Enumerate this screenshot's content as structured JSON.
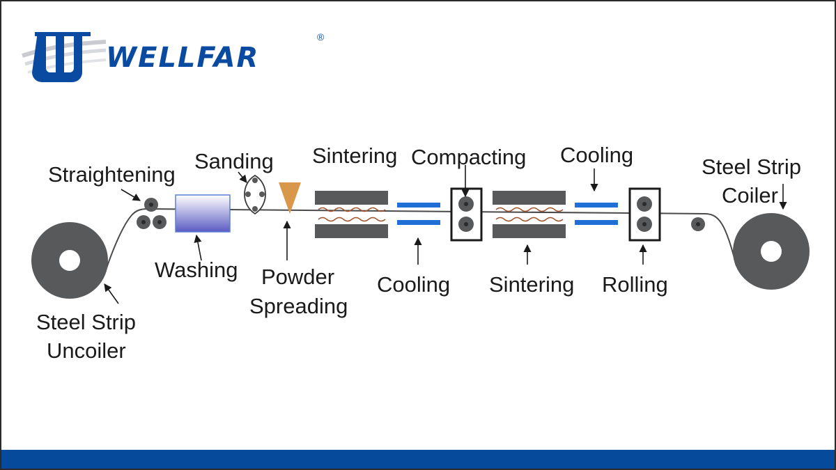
{
  "brand": {
    "name": "WELLFAR",
    "registered_mark": "®"
  },
  "labels": {
    "straightening": "Straightening",
    "sanding": "Sanding",
    "sintering_top": "Sintering",
    "compacting": "Compacting",
    "cooling_top": "Cooling",
    "steel_strip_coiler_1": "Steel Strip",
    "steel_strip_coiler_2": "Coiler",
    "washing": "Washing",
    "powder_spreading_1": "Powder",
    "powder_spreading_2": "Spreading",
    "cooling_bottom": "Cooling",
    "sintering_bottom": "Sintering",
    "rolling": "Rolling",
    "steel_strip_uncoiler_1": "Steel Strip",
    "steel_strip_uncoiler_2": "Uncoiler"
  },
  "colors": {
    "brand_blue": "#0a4aa0",
    "footer_blue": "#054a9b",
    "coil_gray": "#58595b",
    "cooling_blue": "#1f6fd6",
    "powder_orange": "#d9974a",
    "heat_wave": "#a0522d"
  }
}
